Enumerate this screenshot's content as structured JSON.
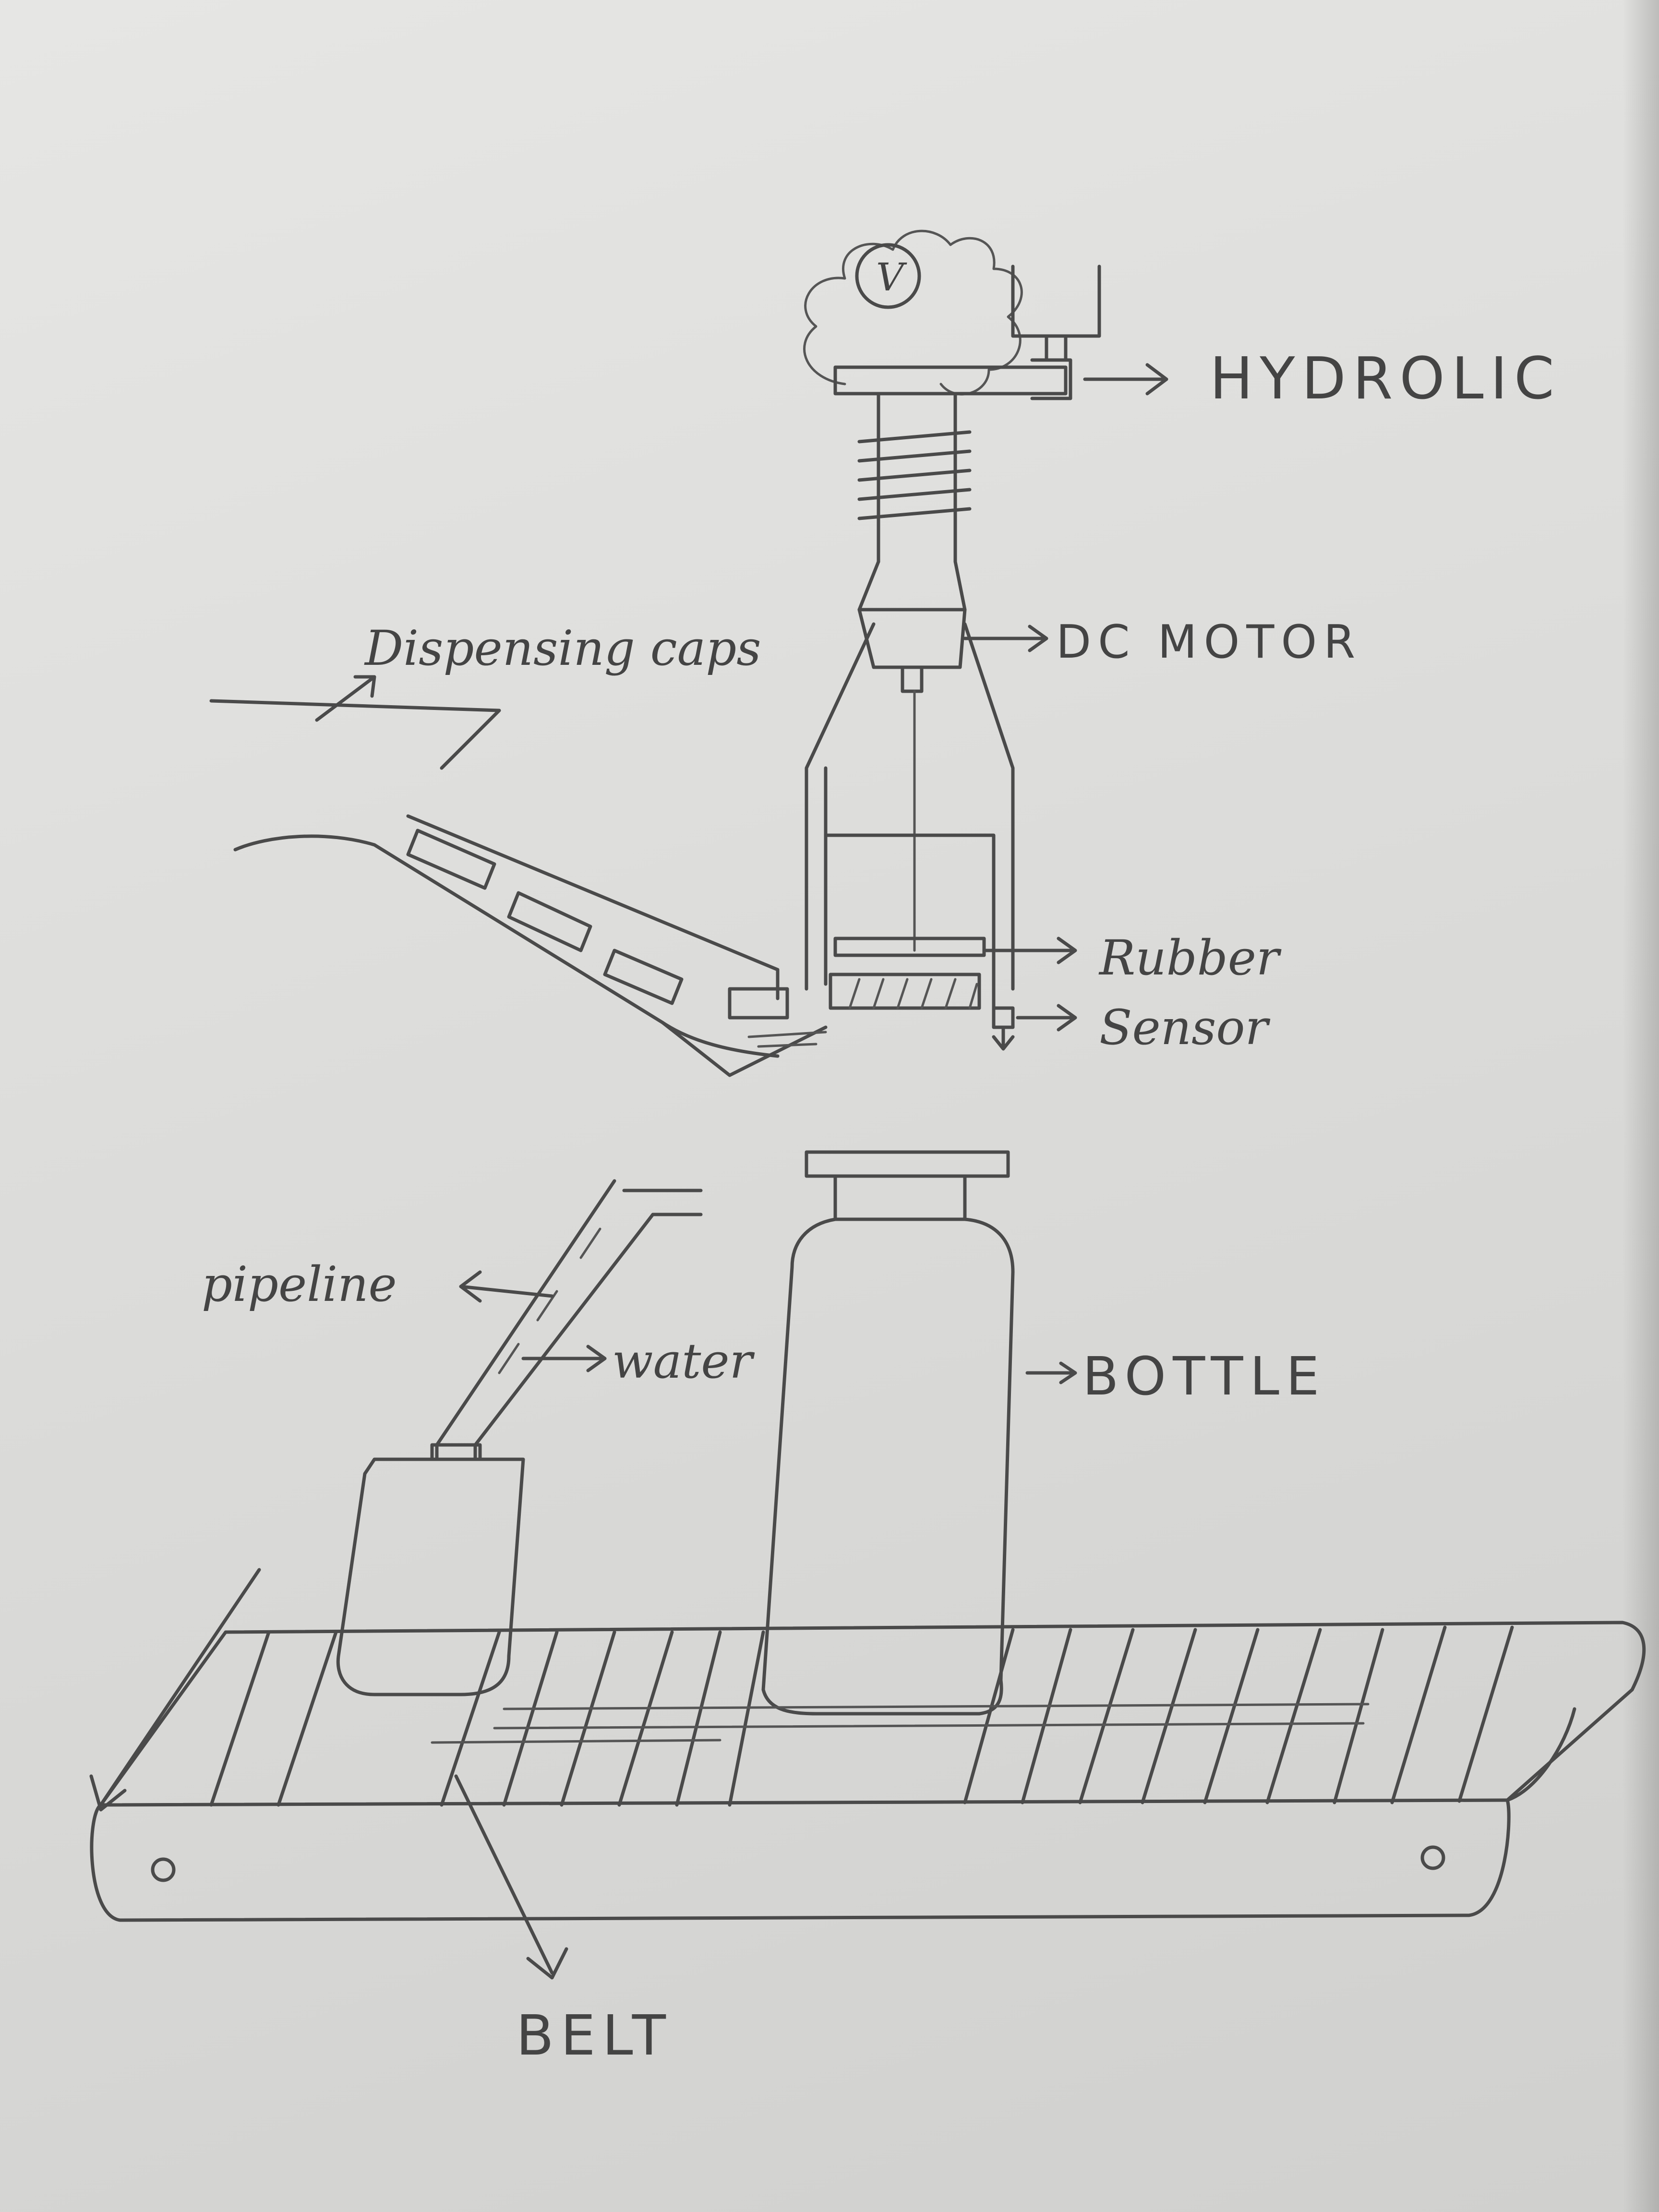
{
  "diagram": {
    "labels": {
      "hydraulic": "HYDROLIC",
      "dc_motor": "DC MOTOR",
      "dispensing_caps": "Dispensing caps",
      "rubber": "Rubber",
      "sensor": "Sensor",
      "pipeline": "pipeline",
      "water": "water",
      "bottle": "BOTTLE",
      "belt": "BELT",
      "gauge": "V"
    },
    "ink_color": "#4a4a4a",
    "paper_color": "#e3e3e1"
  }
}
